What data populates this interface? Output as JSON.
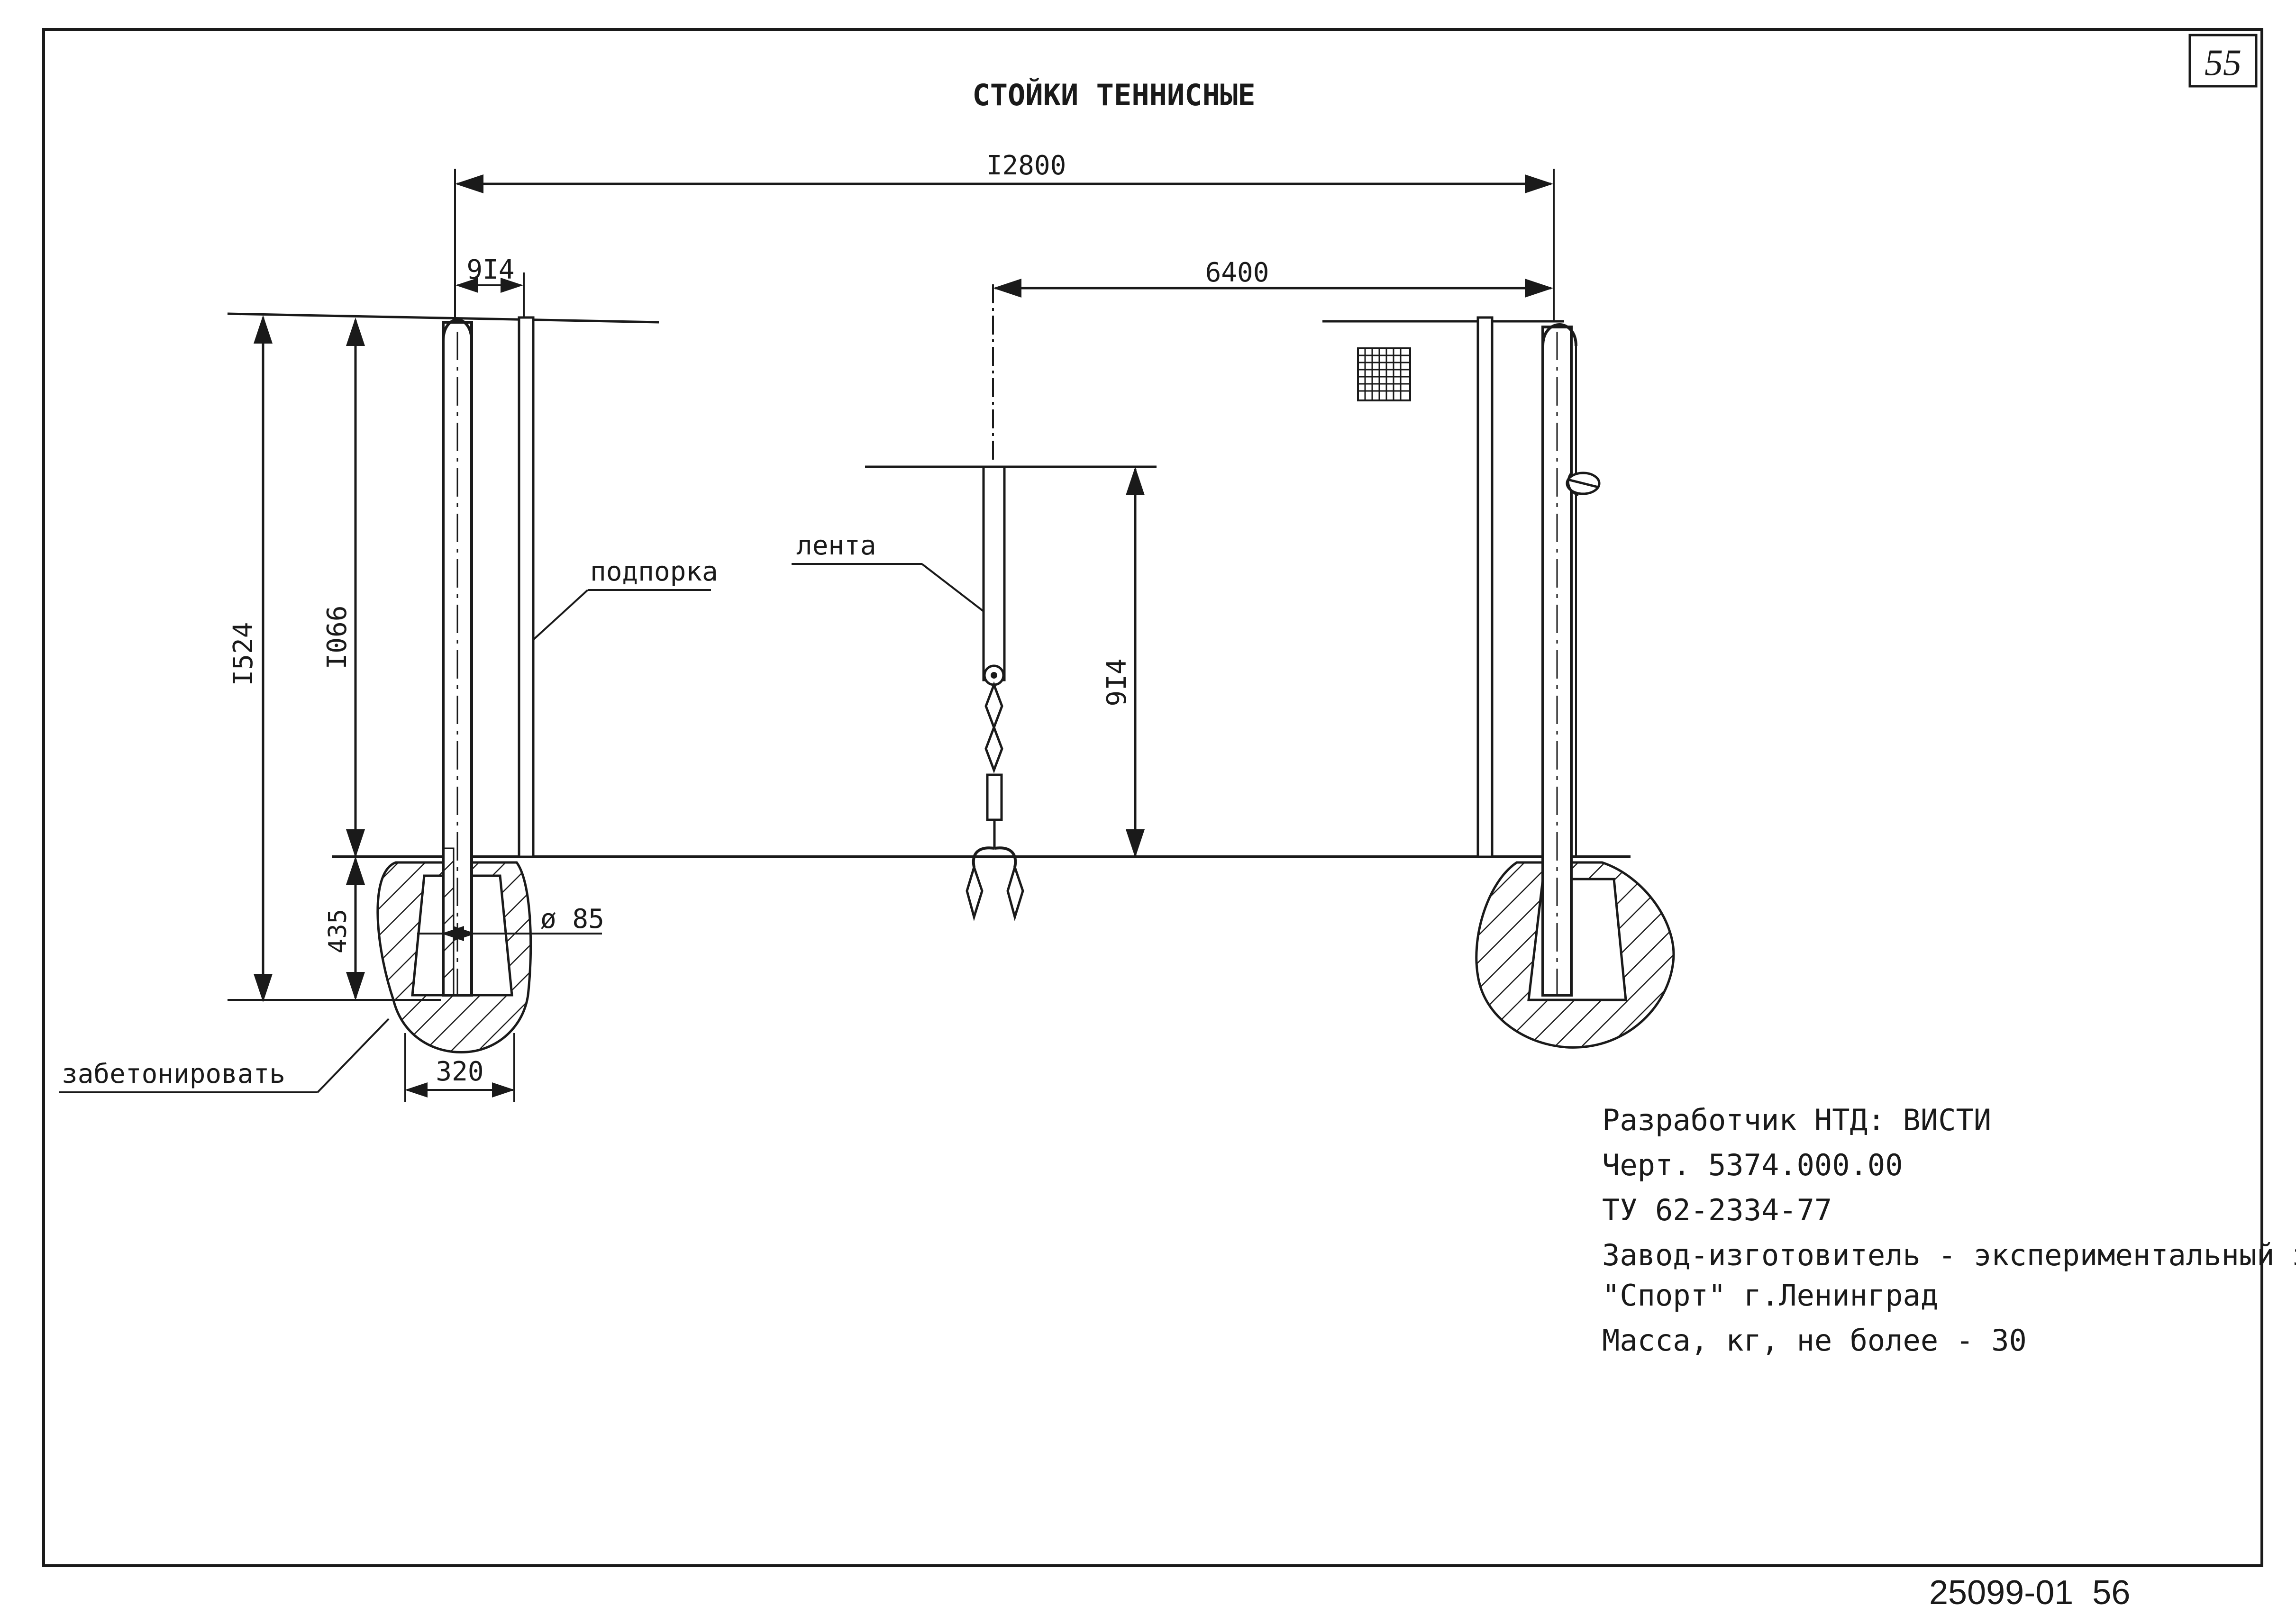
{
  "sheet_number": "55",
  "title": "СТОЙКИ ТЕННИСНЫЕ",
  "dimensions": {
    "overall_width": "I2800",
    "support_offset": "9I4",
    "half_width": "6400",
    "post_height": "I524",
    "post_above_ground": "I066",
    "center_height": "9I4",
    "embed_depth": "435",
    "post_diameter": "ø 85",
    "footing_width": "320"
  },
  "callouts": {
    "support": "подпорка",
    "strap": "лента",
    "concrete": "забетонировать"
  },
  "info_block": {
    "developer": "Разработчик НТД: ВИСТИ",
    "drawing": "Черт. 5374.000.00",
    "spec": "ТУ 62-2334-77",
    "manufacturer_line1": "Завод-изготовитель - экспериментальный завод",
    "manufacturer_line2": "\"Спорт\" г.Ленинград",
    "mass": "Масса, кг, не более - 30"
  },
  "footer_code": "25099-01  56",
  "icons": {
    "net": "net-mesh-icon",
    "clamp": "winch-clamp-icon",
    "anchor": "ground-anchor-icon"
  }
}
